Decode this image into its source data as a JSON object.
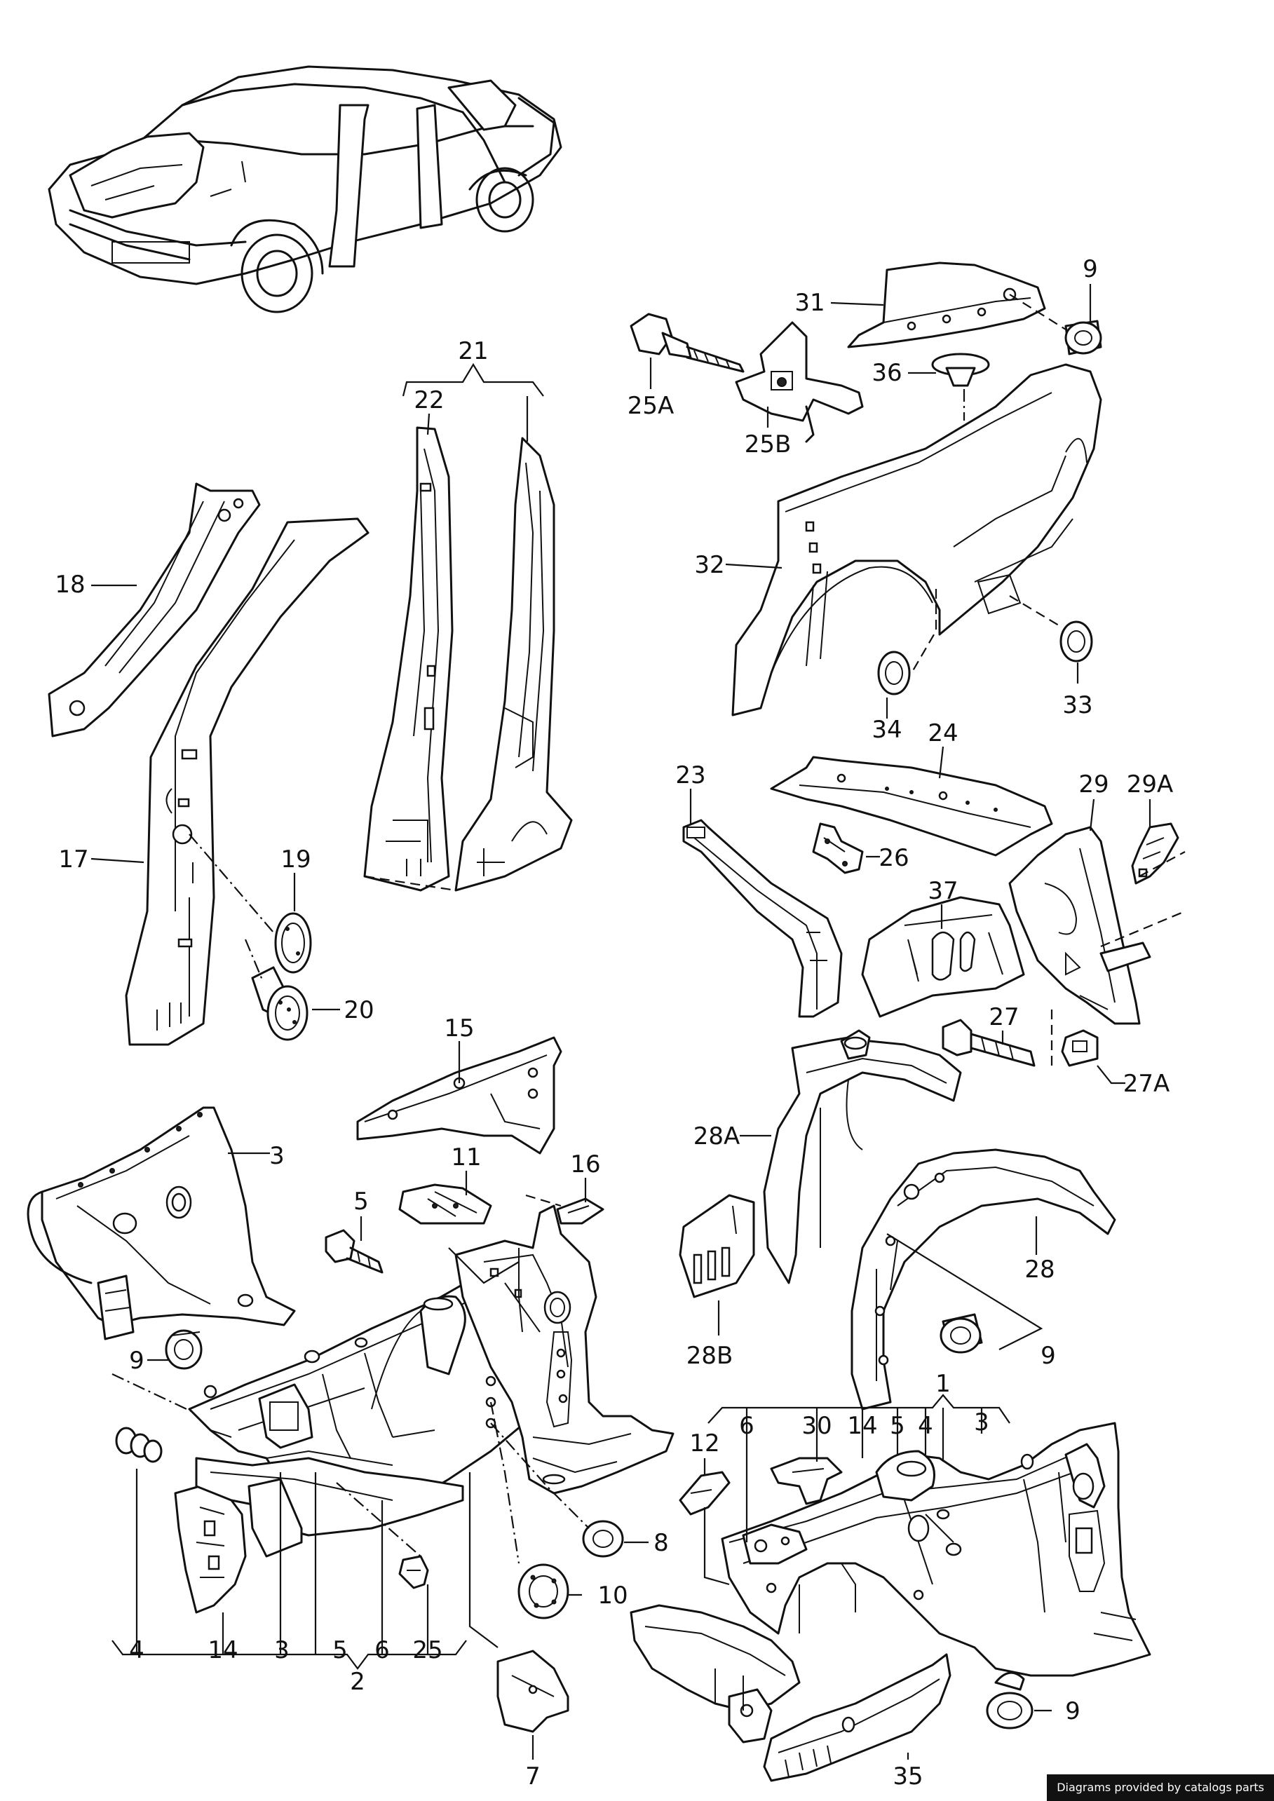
{
  "labels": {
    "l1": "1",
    "l2": "2",
    "l3a": "3",
    "l3b": "3",
    "l3c": "3",
    "l4a": "4",
    "l4b": "4",
    "l5a": "5",
    "l5b": "5",
    "l5c": "5",
    "l6a": "6",
    "l6b": "6",
    "l7": "7",
    "l8": "8",
    "l9a": "9",
    "l9b": "9",
    "l9c": "9",
    "l9d": "9",
    "l10": "10",
    "l11": "11",
    "l12": "12",
    "l14a": "14",
    "l14b": "14",
    "l15": "15",
    "l16": "16",
    "l17": "17",
    "l18": "18",
    "l19": "19",
    "l20": "20",
    "l21": "21",
    "l22": "22",
    "l23": "23",
    "l24": "24",
    "l25": "25",
    "l25a": "25A",
    "l25b": "25B",
    "l26": "26",
    "l27": "27",
    "l27a": "27A",
    "l28": "28",
    "l28a": "28A",
    "l28b": "28B",
    "l29": "29",
    "l29a": "29A",
    "l30": "30",
    "l31": "31",
    "l32": "32",
    "l33": "33",
    "l34": "34",
    "l35": "35",
    "l36": "36",
    "l37": "37"
  },
  "credit": "Diagrams provided by catalogs parts"
}
